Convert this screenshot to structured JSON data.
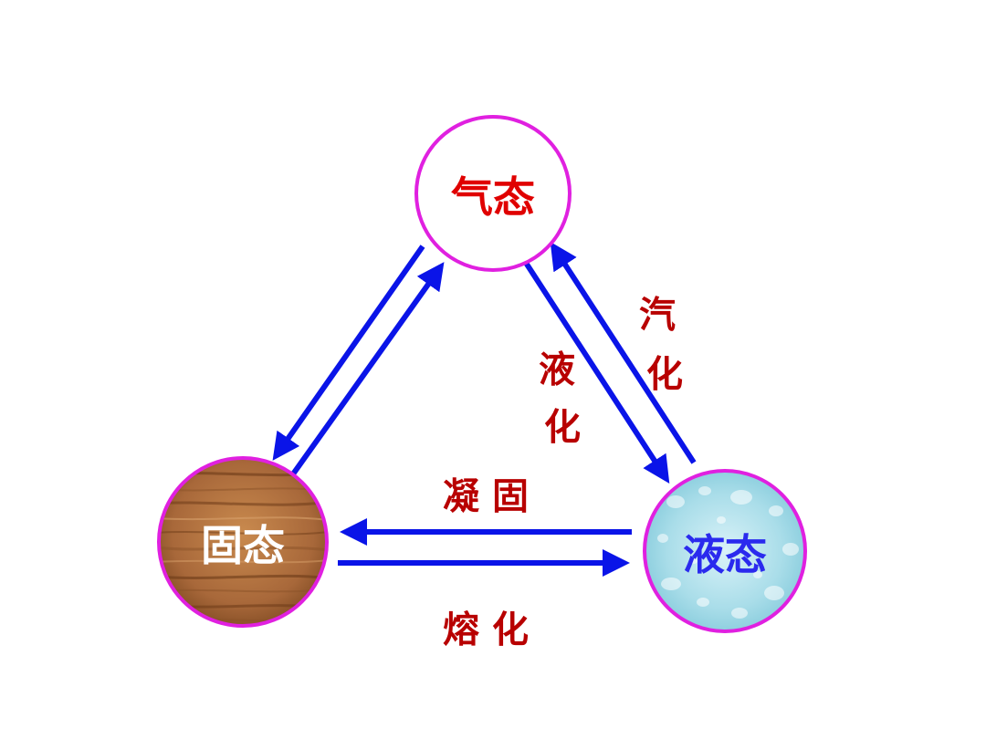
{
  "nodes": {
    "gas": {
      "label": "气态",
      "text_color": "#e00000",
      "ring_color": "#e020e0",
      "fill": "#ffffff"
    },
    "solid": {
      "label": "固态",
      "text_color": "#ffffff",
      "ring_color": "#e020e0",
      "fill": "wood-texture"
    },
    "liquid": {
      "label": "液态",
      "text_color": "#2a2aee",
      "ring_color": "#e020e0",
      "fill": "water-texture"
    }
  },
  "transitions": {
    "vaporization": {
      "char1": "汽",
      "char2": "化"
    },
    "liquefaction": {
      "char1": "液",
      "char2": "化"
    },
    "solidification": {
      "text": "凝 固"
    },
    "melting": {
      "text": "熔 化"
    }
  },
  "colors": {
    "arrow": "#0a14e8",
    "transition_label": "#b80000"
  }
}
